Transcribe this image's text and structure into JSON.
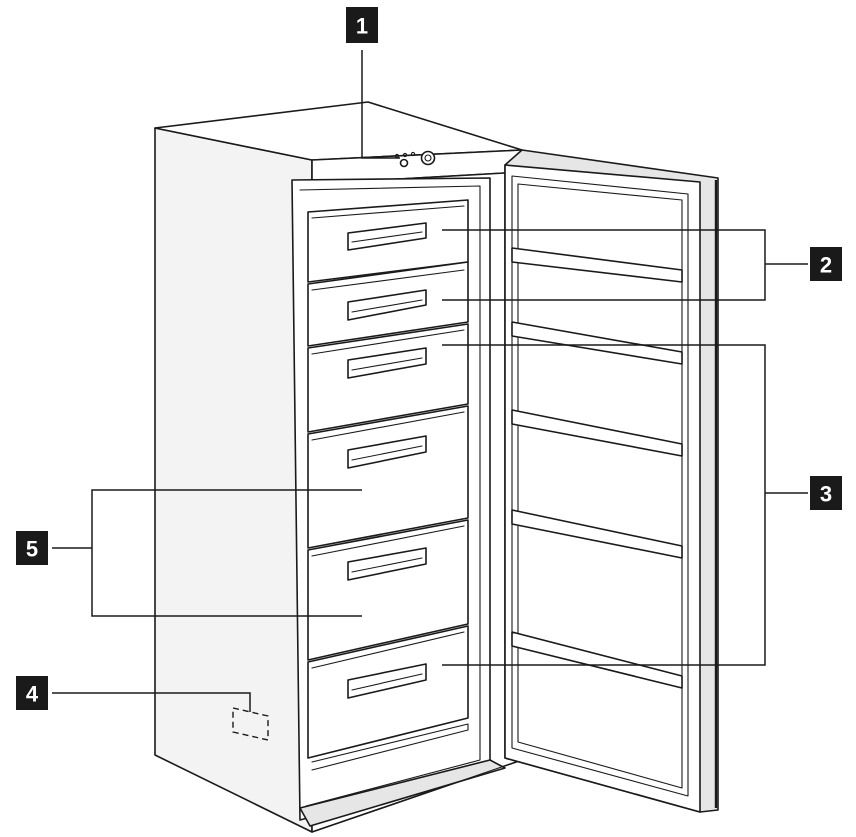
{
  "callouts": [
    {
      "id": "1",
      "label": "1"
    },
    {
      "id": "2",
      "label": "2"
    },
    {
      "id": "3",
      "label": "3"
    },
    {
      "id": "4",
      "label": "4"
    },
    {
      "id": "5",
      "label": "5"
    }
  ],
  "colors": {
    "line": "#1a1a1a",
    "badge": "#1a1a1a",
    "badge_text": "#ffffff",
    "background": "#ffffff"
  }
}
